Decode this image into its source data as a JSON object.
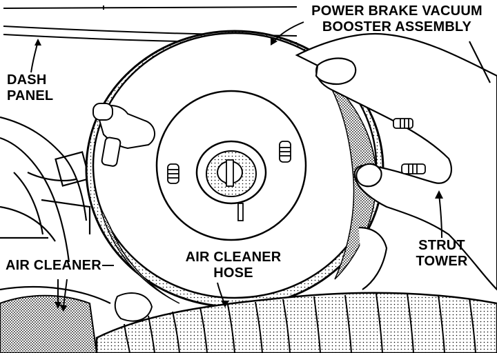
{
  "labels": {
    "power_brake_line1": "POWER BRAKE VACUUM",
    "power_brake_line2": "BOOSTER ASSEMBLY",
    "dash_panel_line1": "DASH",
    "dash_panel_line2": "PANEL",
    "air_cleaner": "AIR CLEANER",
    "air_cleaner_hose_line1": "AIR CLEANER",
    "air_cleaner_hose_line2": "HOSE",
    "strut_tower_line1": "STRUT",
    "strut_tower_line2": "TOWER"
  },
  "colors": {
    "ink": "#000000",
    "paper": "#ffffff",
    "shade": "#8a8a8a"
  }
}
